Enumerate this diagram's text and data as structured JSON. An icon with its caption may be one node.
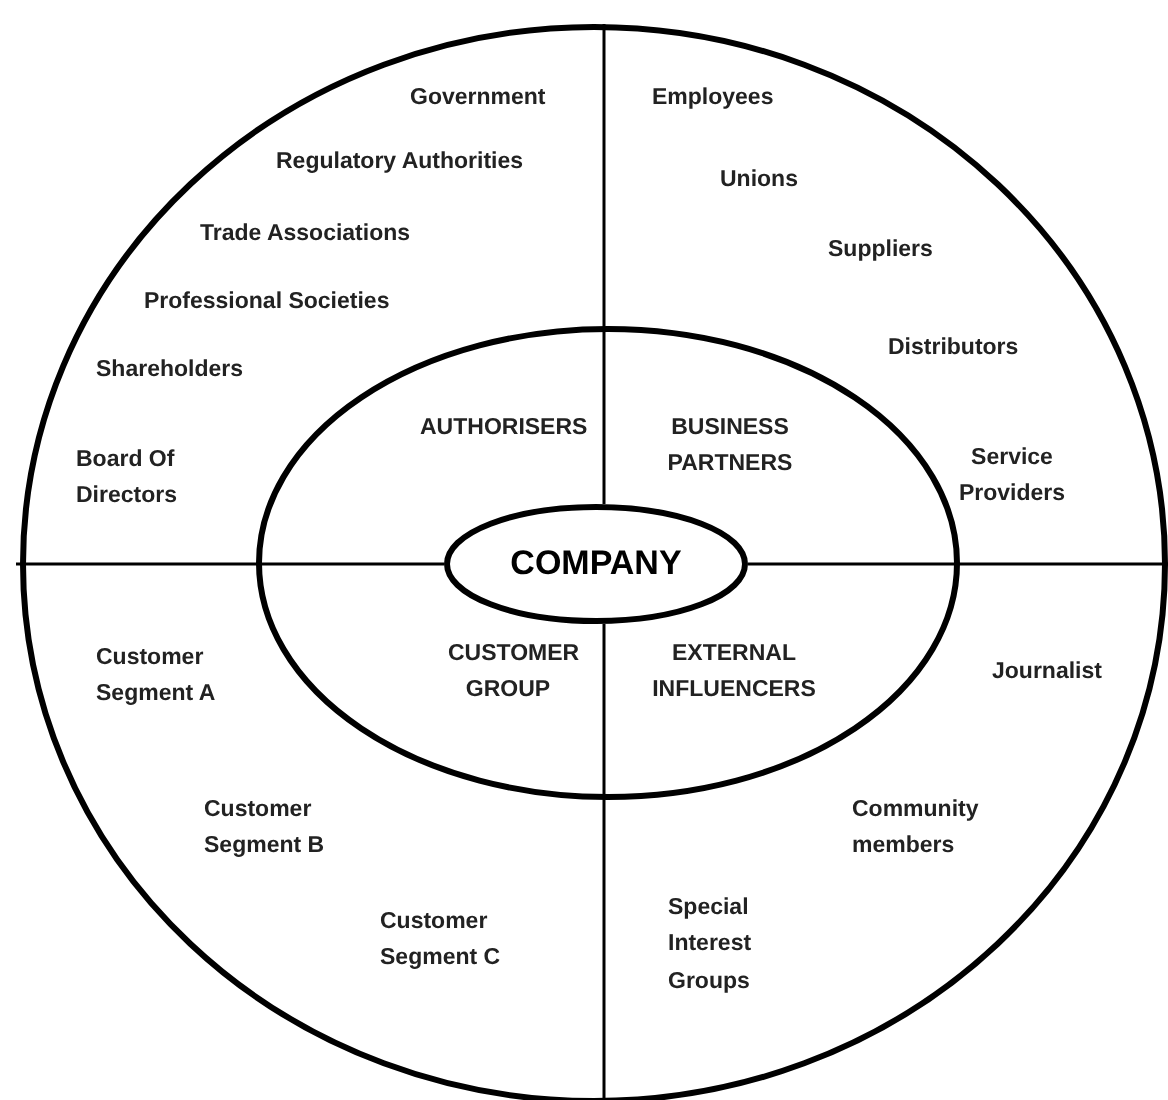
{
  "diagram": {
    "nodes": [
      {
        "text": [],
        "shape": "circle"
      },
      {
        "text": [],
        "shape": "circle",
        "in": 0
      },
      {
        "text": [
          "COMPANY"
        ],
        "in": 1
      }
    ],
    "labels": [
      "Government",
      "Employees",
      "Regulatory Authorities",
      "Unions",
      "Trade Associations",
      "Suppliers",
      "Professional Societies",
      "Distributors",
      "Shareholders",
      "Board Of Directors",
      "AUTHORISERS",
      "BUSINESS PARTNERS",
      "Service Providers",
      "Customer Segment A",
      "CUSTOMER GROUP",
      "EXTERNAL INFLUENCERS",
      "Journalist",
      "Customer Segment B",
      "Community members",
      "Customer Segment C",
      "Special Interest Groups"
    ]
  }
}
